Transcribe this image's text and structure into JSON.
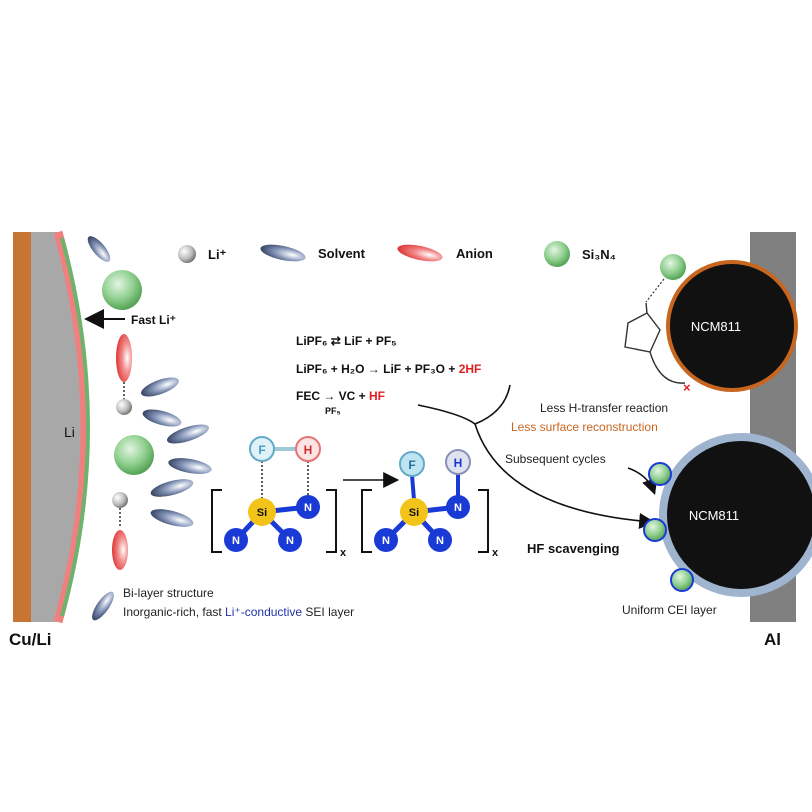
{
  "legend": {
    "li_ion": "Li⁺",
    "solvent": "Solvent",
    "anion": "Anion",
    "si3n4": "Si₃N₄"
  },
  "left_electrode": {
    "label": "Cu/Li",
    "li_label": "Li",
    "fast_li": "Fast Li⁺",
    "bilayer_line1": "Bi-layer structure",
    "bilayer_line2_a": "Inorganic-rich, fast ",
    "bilayer_line2_b": "Li⁺-conductive",
    "bilayer_line2_c": " SEI layer"
  },
  "reactions": {
    "r1": "LiPF₆ ⇄ LiF + PF₅",
    "r2_a": "LiPF₆ + H₂O → LiF + PF₃O + ",
    "r2_hf": "2HF",
    "r3_a": "FEC → VC + ",
    "r3_hf": "HF",
    "r3_cat": "PF₅"
  },
  "molecule": {
    "F": "F",
    "H": "H",
    "Si": "Si",
    "N": "N",
    "subscript": "x"
  },
  "right_electrode": {
    "label": "Al",
    "ncm_top": "NCM811",
    "ncm_bottom": "NCM811",
    "less_h_transfer": "Less H-transfer reaction",
    "less_reconstruction": "Less surface reconstruction",
    "subsequent_cycles": "Subsequent cycles",
    "hf_scavenging": "HF scavenging",
    "uniform_cei": "Uniform CEI layer"
  },
  "colors": {
    "cu": "#c87533",
    "li_gray": "#9e9e9e",
    "sei_pink": "#f08080",
    "sei_green": "#6db36d",
    "anion_red": "#e53935",
    "solvent_navy": "#1c2a4a",
    "si3n4_green": "#7cc47c",
    "n_blue": "#1a3ad6",
    "si_yellow": "#f2c318",
    "ncm_black": "#111111",
    "recon_orange": "#c8661f",
    "hf_red": "#e02020",
    "cei_blue": "#9fb4cf",
    "li_text_blue": "#2233aa"
  }
}
